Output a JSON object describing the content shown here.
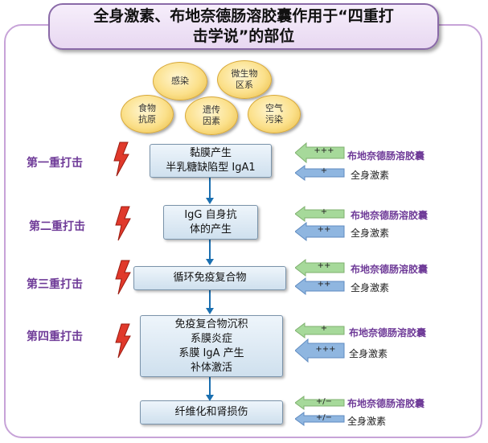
{
  "title": {
    "line1": "全身激素、布地奈德肠溶胶囊作用于“四重打",
    "line2": "击学说”的部位"
  },
  "causes": [
    {
      "lines": [
        "感染"
      ]
    },
    {
      "lines": [
        "微生物",
        "区系"
      ]
    },
    {
      "lines": [
        "食物",
        "抗原"
      ]
    },
    {
      "lines": [
        "遗传",
        "因素"
      ]
    },
    {
      "lines": [
        "空气",
        "污染"
      ]
    }
  ],
  "hits": [
    {
      "label": "第一重打击",
      "steps": [
        "黏膜产生",
        "半乳糖缺陷型 IgA1"
      ],
      "drug_effect": "+++",
      "steroid_effect": "+"
    },
    {
      "label": "第二重打击",
      "steps": [
        "IgG 自身抗",
        "体的产生"
      ],
      "drug_effect": "+",
      "steroid_effect": "++"
    },
    {
      "label": "第三重打击",
      "steps": [
        "循环免疫复合物"
      ],
      "drug_effect": "++",
      "steroid_effect": "++"
    },
    {
      "label": "第四重打击",
      "steps": [
        "免疫复合物沉积",
        "系膜炎症",
        "系膜 IgA 产生",
        "补体激活"
      ],
      "drug_effect": "+",
      "steroid_effect": "+++"
    }
  ],
  "final_step": {
    "lines": [
      "纤维化和肾损伤"
    ],
    "drug_effect": "+/−",
    "steroid_effect": "+/−"
  },
  "legend": {
    "drug": "布地奈德肠溶胶囊",
    "steroid": "全身激素"
  },
  "colors": {
    "drug_arrow": "#a6d99a",
    "steroid_arrow": "#8fb6e0",
    "hit_text": "#6f3b98",
    "bolt": "#e0392b"
  }
}
